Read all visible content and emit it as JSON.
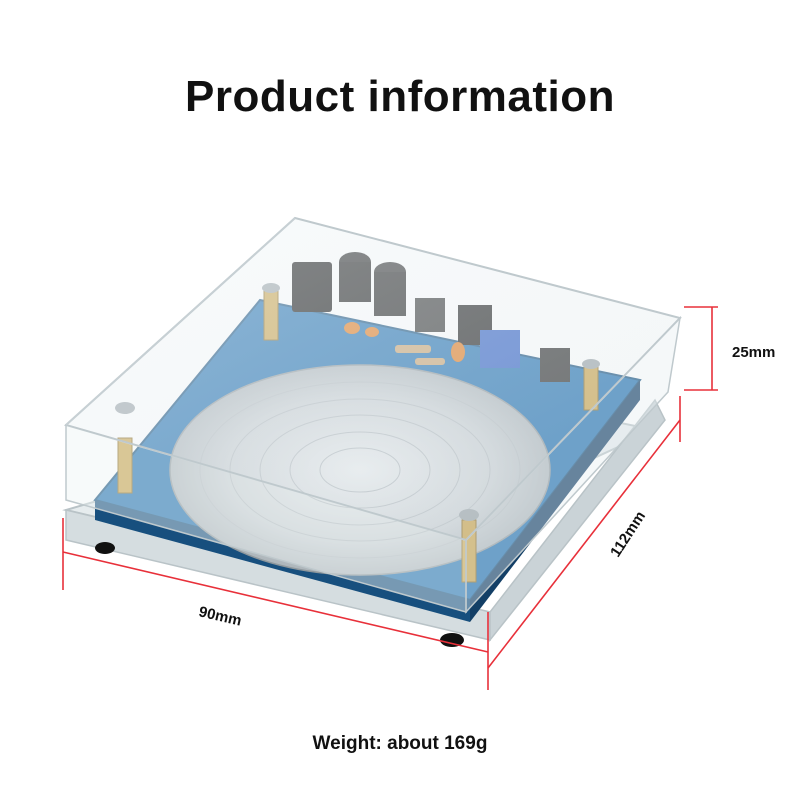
{
  "header": {
    "title": "Product information"
  },
  "dimensions": {
    "height_label": "25mm",
    "length_label": "112mm",
    "width_label": "90mm"
  },
  "footer": {
    "weight": "Weight: about 169g"
  },
  "colors": {
    "dimension_line": "#e8303a",
    "pcb_blue": "#1f6fb0",
    "acrylic_edge": "#cfd8dc"
  }
}
